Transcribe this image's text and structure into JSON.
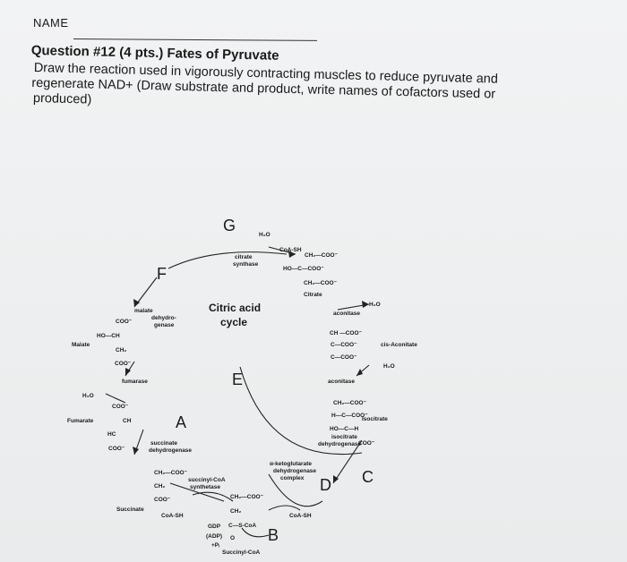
{
  "header": {
    "name_label": "NAME"
  },
  "question": {
    "title": "Question #12 (4 pts.) Fates of Pyruvate",
    "lines": [
      "Draw the reaction used in vigorously contracting muscles to reduce pyruvate and",
      "regenerate NAD+  (Draw substrate and product, write names of cofactors used or",
      "produced)"
    ]
  },
  "diagram": {
    "cycle_title": [
      "Citric acid",
      "cycle"
    ],
    "letters": {
      "g": "G",
      "f": "F",
      "e": "E",
      "a": "A",
      "d": "D",
      "c": "C",
      "b": "B"
    },
    "water": "H₂O",
    "coa_sh": "CoA-SH",
    "coo": "COO⁻",
    "gdp": "GDP",
    "adp": "(ADP)",
    "pi": "+Pᵢ",
    "enzymes": {
      "citrate_synthase": [
        "citrate",
        "synthase"
      ],
      "aconitase": "aconitase",
      "isocitrate_dh": [
        "isocitrate",
        "dehydrogenase"
      ],
      "akg_dh": [
        "α-ketoglutarate",
        "dehydrogenase",
        "complex"
      ],
      "succinylcoa_synthetase": [
        "succinyl-CoA",
        "synthetase"
      ],
      "succinate_dh": [
        "succinate",
        "dehydrogenase"
      ],
      "fumarase": "fumarase",
      "malate_dh": [
        "malate",
        "dehydro-",
        "genase"
      ]
    },
    "molecules": {
      "citrate": [
        "CH₂—COO⁻",
        "HO—C—COO⁻",
        "CH₂—COO⁻"
      ],
      "citrate_name": "Citrate",
      "cis_aconitate": [
        "CH —COO⁻",
        "C—COO⁻",
        "C—COO⁻"
      ],
      "cis_aconitate_name": "cis-Aconitate",
      "isocitrate": [
        "CH₂—COO⁻",
        "H—C—COO⁻",
        "HO—C—H"
      ],
      "isocitrate_name": "Isocitrate",
      "malate": [
        "COO⁻",
        "HO—CH",
        "CH₂",
        "COO⁻"
      ],
      "malate_name": "Malate",
      "fumarate": [
        "COO⁻",
        "CH",
        "HC",
        "COO⁻"
      ],
      "fumarate_name": "Fumarate",
      "succinate": [
        "CH₂—COO⁻",
        "CH₂",
        "COO⁻"
      ],
      "succinate_name": "Succinate",
      "succinyl_coa": [
        "CH₂—COO⁻",
        "CH₂",
        "C—S-CoA",
        "O"
      ],
      "succinyl_coa_name": "Succinyl-CoA"
    }
  }
}
